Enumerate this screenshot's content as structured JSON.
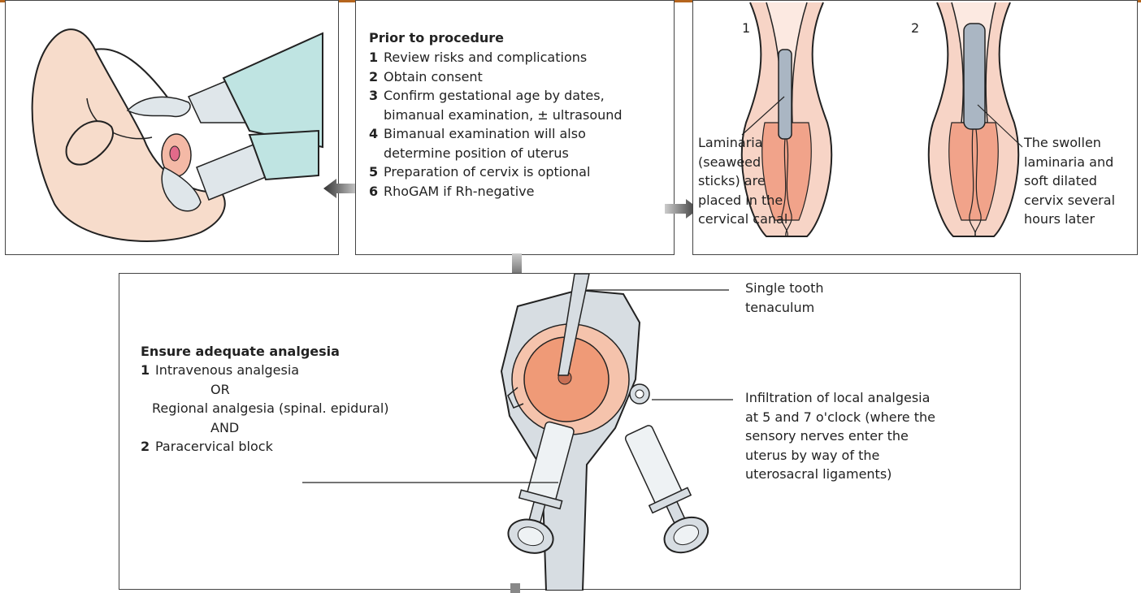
{
  "prior": {
    "title": "Prior to procedure",
    "items": [
      {
        "num": "1",
        "text": "Review risks and complications"
      },
      {
        "num": "2",
        "text": "Obtain consent"
      },
      {
        "num": "3",
        "text": "Confirm gestational age by dates,",
        "cont": "bimanual examination, ± ultrasound"
      },
      {
        "num": "4",
        "text": "Bimanual examination will also",
        "cont": "determine position of uterus"
      },
      {
        "num": "5",
        "text": "Preparation of cervix is optional"
      },
      {
        "num": "6",
        "text": "RhoGAM if Rh-negative"
      }
    ]
  },
  "laminaria": {
    "label1": "1",
    "label2": "2",
    "left_caption": [
      "Laminaria",
      "(seaweed",
      "sticks) are",
      "placed in the",
      "cervical canal"
    ],
    "right_caption": [
      "The swollen",
      "laminaria and",
      "soft dilated",
      "cervix several",
      "hours later"
    ]
  },
  "analgesia": {
    "title": "Ensure adequate analgesia",
    "item1_num": "1",
    "item1": "Intravenous analgesia",
    "or": "OR",
    "regional": "Regional analgesia (spinal. epidural)",
    "and": "AND",
    "item2_num": "2",
    "item2": "Paracervical block",
    "tenaculum": [
      "Single tooth",
      "tenaculum"
    ],
    "infiltration": [
      "Infiltration of local analgesia",
      "at 5 and 7 o'clock (where the",
      "sensory nerves enter the",
      "uterus by way of the",
      "uterosacral ligaments)"
    ]
  },
  "colors": {
    "skin": "#f7dccb",
    "tissue": "#f2a88a",
    "glove": "#bfe4e2",
    "arrow": "#555555",
    "accent_bar": "#b5651d"
  }
}
